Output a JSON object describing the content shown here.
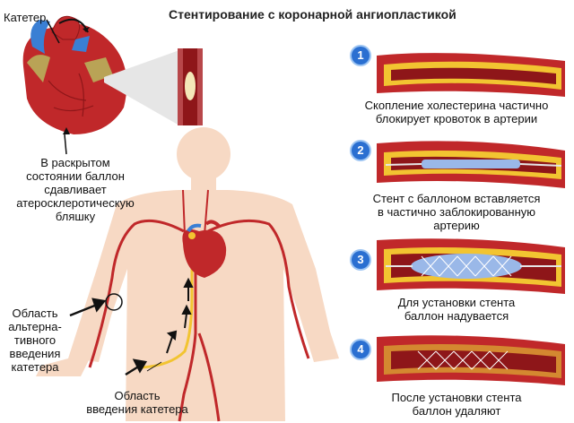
{
  "title": "Стентирование с коронарной ангиопластикой",
  "labels": {
    "catheter": "Катетер",
    "balloon_line1": "В раскрытом",
    "balloon_line2": "состоянии баллон",
    "balloon_line3": "сдавливает",
    "balloon_line4": "атеросклеротическую",
    "balloon_line5": "бляшку",
    "alt_line1": "Область",
    "alt_line2": "альтерна-",
    "alt_line3": "тивного",
    "alt_line4": "введения",
    "alt_line5": "катетера",
    "entry_line1": "Область",
    "entry_line2": "введения катетера"
  },
  "steps": [
    {
      "number": "1",
      "line1": "Скопление холестерина частично",
      "line2": "блокирует кровоток в артерии",
      "line3": ""
    },
    {
      "number": "2",
      "line1": "Стент с баллоном вставляется",
      "line2": "в частично заблокированную",
      "line3": "артерию"
    },
    {
      "number": "3",
      "line1": "Для установки стента",
      "line2": "баллон надувается",
      "line3": ""
    },
    {
      "number": "4",
      "line1": "После установки стента",
      "line2": "баллон удаляют",
      "line3": ""
    }
  ],
  "colors": {
    "artery": "#c0282a",
    "artery_inner": "#8e1619",
    "plaque": "#f2c431",
    "body": "#f7d9c4",
    "badge": "#2a6fd1",
    "stent": "#9ab8e8"
  }
}
